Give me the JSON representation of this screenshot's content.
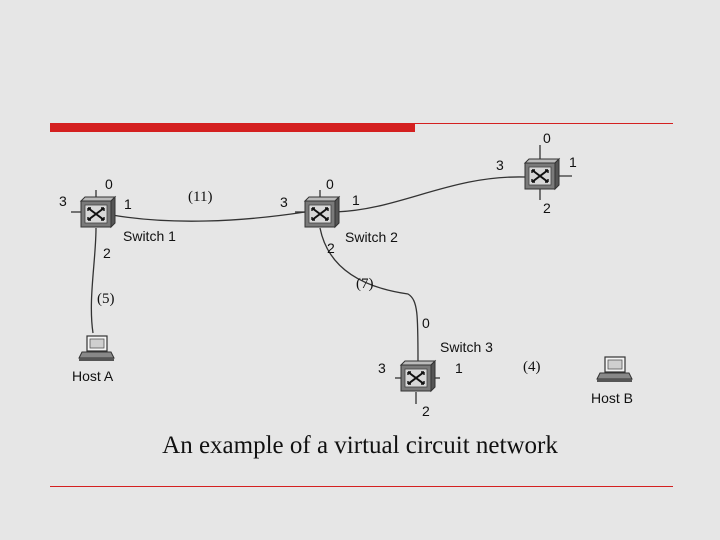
{
  "caption": "An example of a virtual circuit network",
  "colors": {
    "background": "#e6e6e6",
    "accent": "#d42020",
    "line": "#333333"
  },
  "switches": [
    {
      "name": "Switch 1",
      "ports": [
        "0",
        "1",
        "2",
        "3"
      ]
    },
    {
      "name": "Switch 2",
      "ports": [
        "0",
        "1",
        "2",
        "3"
      ]
    },
    {
      "name": "Switch 3",
      "ports": [
        "0",
        "1",
        "2",
        "3"
      ]
    },
    {
      "name": "",
      "ports": [
        "0",
        "1",
        "2",
        "3"
      ]
    }
  ],
  "hosts": [
    {
      "name": "Host A"
    },
    {
      "name": "Host B"
    }
  ],
  "vc_labels": [
    "(11)",
    "(7)",
    "(4)",
    "(5)"
  ]
}
